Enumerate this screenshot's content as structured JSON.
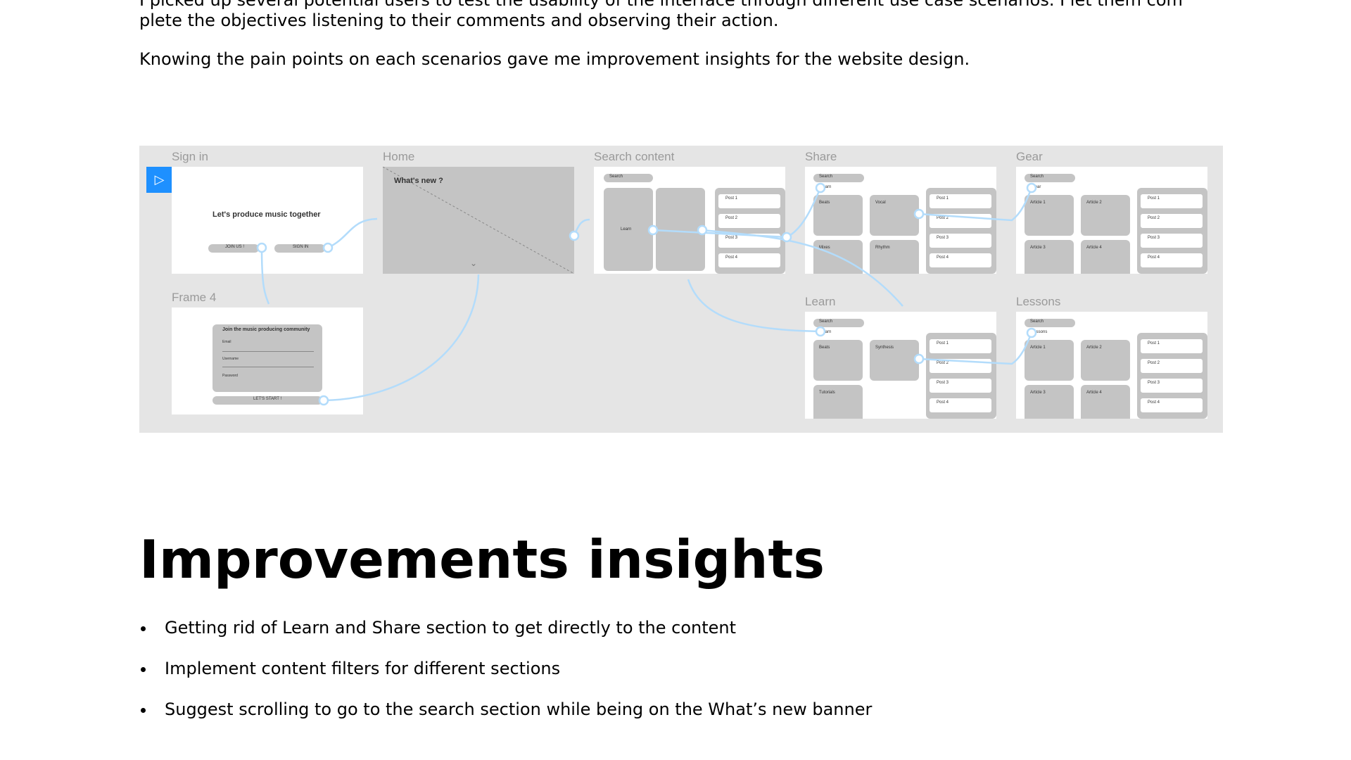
{
  "paragraphs": {
    "p1": "I picked up several potential users to test the usability of the interface through different use case scenarios. I let them com plete the objectives listening to their comments and observing their action.",
    "p2": "Knowing the pain points on each scenarios gave me improvement insights for the website design."
  },
  "prototype": {
    "frames": {
      "signin": {
        "title": "Sign in",
        "headline": "Let's produce music together",
        "btn1": "JOIN US !",
        "btn2": "SIGN IN"
      },
      "home": {
        "title": "Home",
        "headline": "What's new ?"
      },
      "search": {
        "title": "Search content",
        "search": "Search",
        "card": "Learn",
        "posts": [
          "Post 1",
          "Post 2",
          "Post 3",
          "Post 4"
        ]
      },
      "share": {
        "title": "Share",
        "search": "Search",
        "tag": "Learn",
        "cards": [
          "Beats",
          "Vocal",
          "Mixes",
          "Rhythm"
        ],
        "posts": [
          "Post 1",
          "Post 2",
          "Post 3",
          "Post 4"
        ]
      },
      "gear": {
        "title": "Gear",
        "search": "Search",
        "tag": "Gear",
        "cards": [
          "Article 1",
          "Article 2",
          "Article 3",
          "Article 4"
        ],
        "posts": [
          "Post 1",
          "Post 2",
          "Post 3",
          "Post 4"
        ]
      },
      "frame4": {
        "title": "Frame 4",
        "headline": "Join the music producing community",
        "fields": [
          "Email",
          "Username",
          "Password"
        ],
        "cta": "LET'S START !"
      },
      "learn": {
        "title": "Learn",
        "search": "Search",
        "tag": "Learn",
        "cards": [
          "Beats",
          "Synthesis",
          "Tutorials"
        ],
        "posts": [
          "Post 1",
          "Post 2",
          "Post 3",
          "Post 4"
        ]
      },
      "lessons": {
        "title": "Lessons",
        "search": "Search",
        "tag": "Lessons",
        "cards": [
          "Article 1",
          "Article 2",
          "Article 3",
          "Article 4"
        ],
        "posts": [
          "Post 1",
          "Post 2",
          "Post 3",
          "Post 4"
        ]
      }
    },
    "colors": {
      "board": "#e5e5e5",
      "flow": "#b3dcfb",
      "play": "#1e90ff",
      "wire": "#c4c4c4"
    }
  },
  "heading": "Improvements insights",
  "insights": [
    "Getting rid of Learn and Share section to get directly to the content",
    "Implement content filters for different sections",
    "Suggest scrolling to go to the search section while being on the What’s new banner"
  ]
}
